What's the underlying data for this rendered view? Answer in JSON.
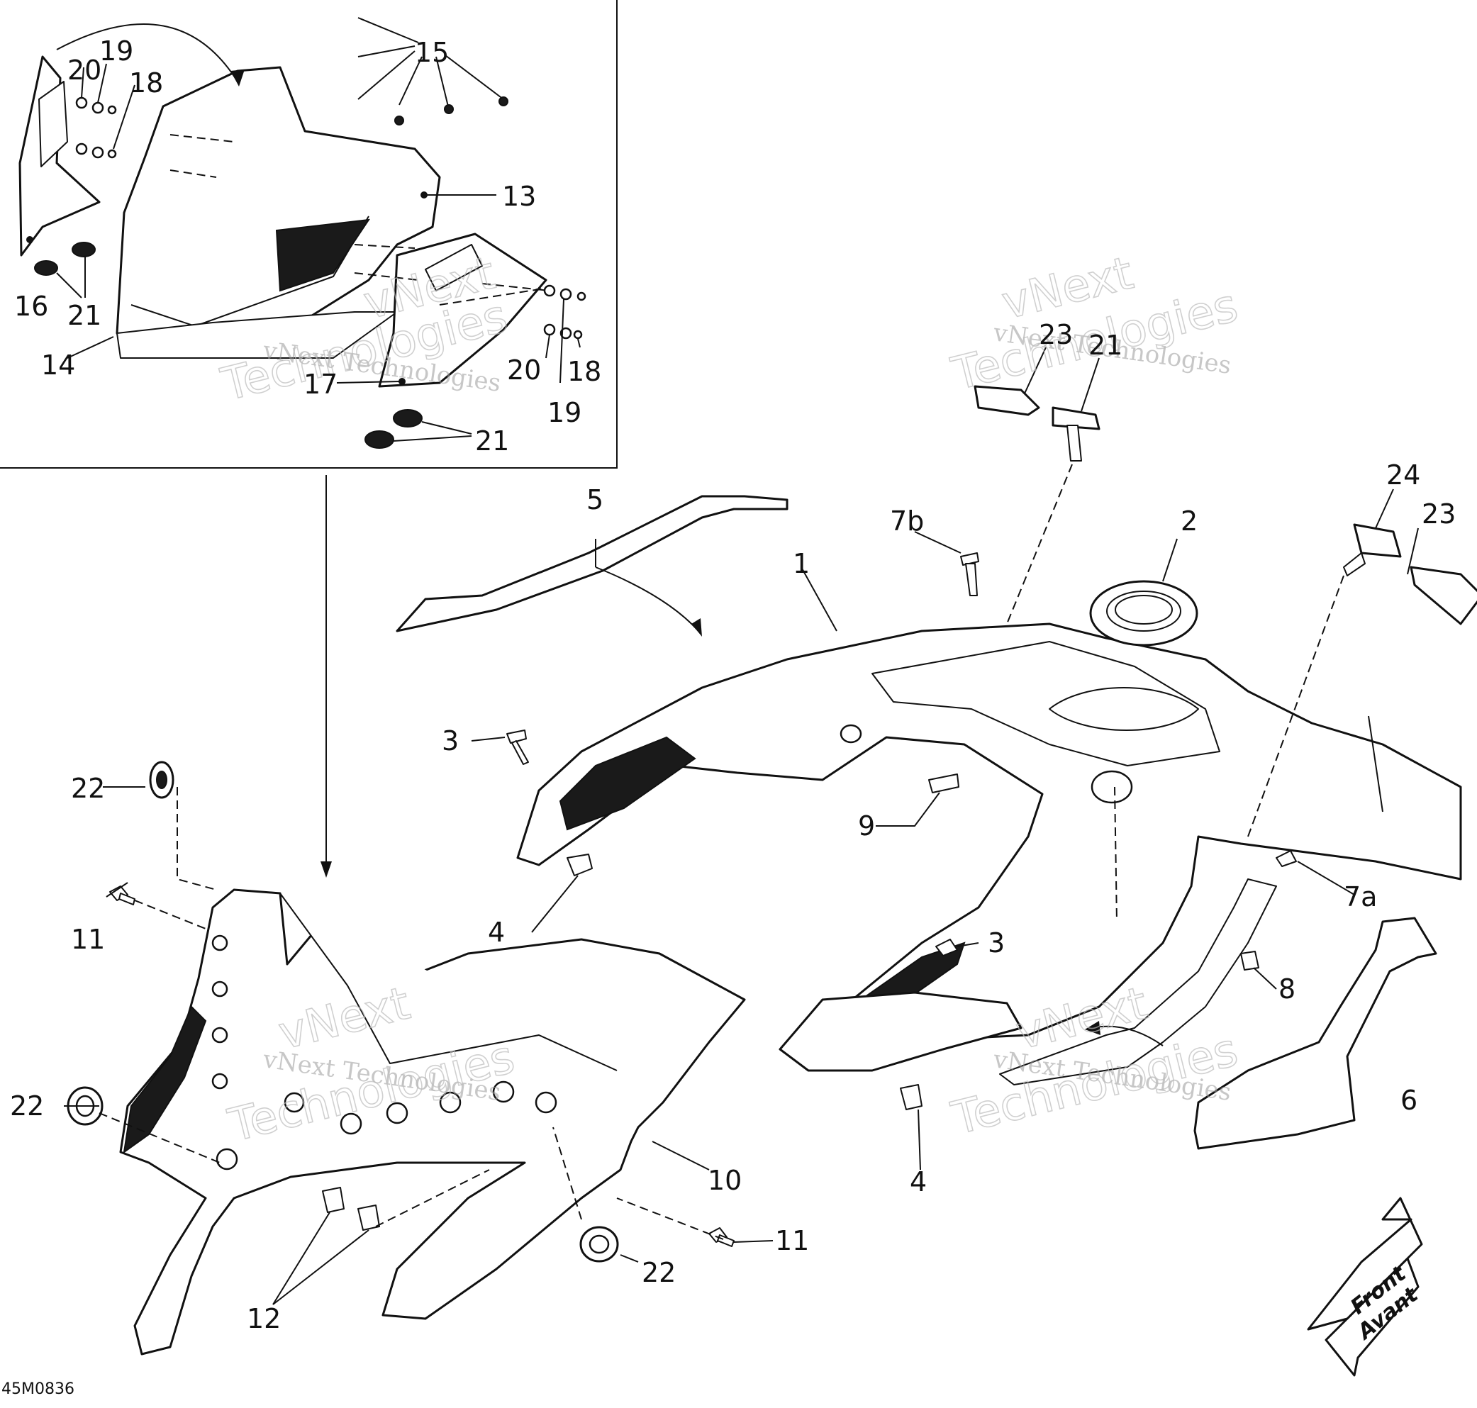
{
  "diagram": {
    "code": "45M0836",
    "watermark": {
      "line1": "vNext Technologies",
      "big_line1": "vNext",
      "big_line2": "Technologies"
    },
    "front_arrow": {
      "line1": "Front",
      "line2": "Avant"
    },
    "callouts": {
      "c1": "1",
      "c2": "2",
      "c3a": "3",
      "c3b": "3",
      "c4a": "4",
      "c4b": "4",
      "c5": "5",
      "c6": "6",
      "c7a": "7a",
      "c7b": "7b",
      "c8": "8",
      "c9": "9",
      "c10": "10",
      "c11a": "11",
      "c11b": "11",
      "c12": "12",
      "c13": "13",
      "c14": "14",
      "c15": "15",
      "c16": "16",
      "c17": "17",
      "c18a": "18",
      "c18b": "18",
      "c19a": "19",
      "c19b": "19",
      "c20a": "20",
      "c20b": "20",
      "c21a": "21",
      "c21b": "21",
      "c21c": "21",
      "c22a": "22",
      "c22b": "22",
      "c22c": "22",
      "c23a": "23",
      "c23b": "23",
      "c24": "24"
    }
  }
}
